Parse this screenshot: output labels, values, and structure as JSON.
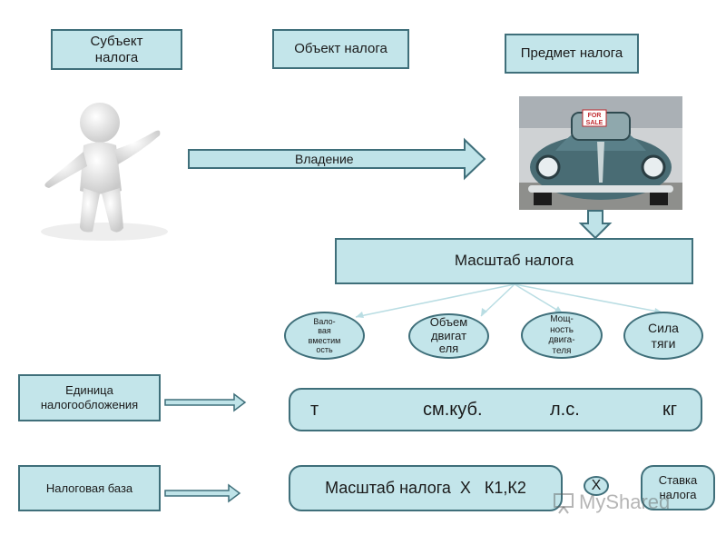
{
  "top_labels": {
    "subject": "Субъект\nналога",
    "object": "Объект налога",
    "item": "Предмет налога"
  },
  "ownership_arrow_label": "Владение",
  "car_sign_text": "FOR\nSALE",
  "scale": {
    "title": "Масштаб налога",
    "options": [
      "Вало-\nвая\nвместим\nость",
      "Объем\nдвигат\nеля",
      "Мощ-\nность\nдвига-\nтеля",
      "Сила\nтяги"
    ]
  },
  "unit_row": {
    "label": "Единица\nналогообложения",
    "units": [
      "т",
      "см.куб.",
      "л.с.",
      "кг"
    ]
  },
  "base_row": {
    "label": "Налоговая база",
    "formula": "Масштаб налога  Х   К1,К2",
    "multiply": "Х",
    "rate": "Ставка\nналога"
  },
  "watermark": "MyShared",
  "colors": {
    "box_fill": "#c3e5ea",
    "box_border": "#3f6f7a",
    "arrow_fill": "#bfe3e8"
  },
  "icons": {
    "person": "person-figure-icon",
    "car": "car-photo-icon"
  }
}
